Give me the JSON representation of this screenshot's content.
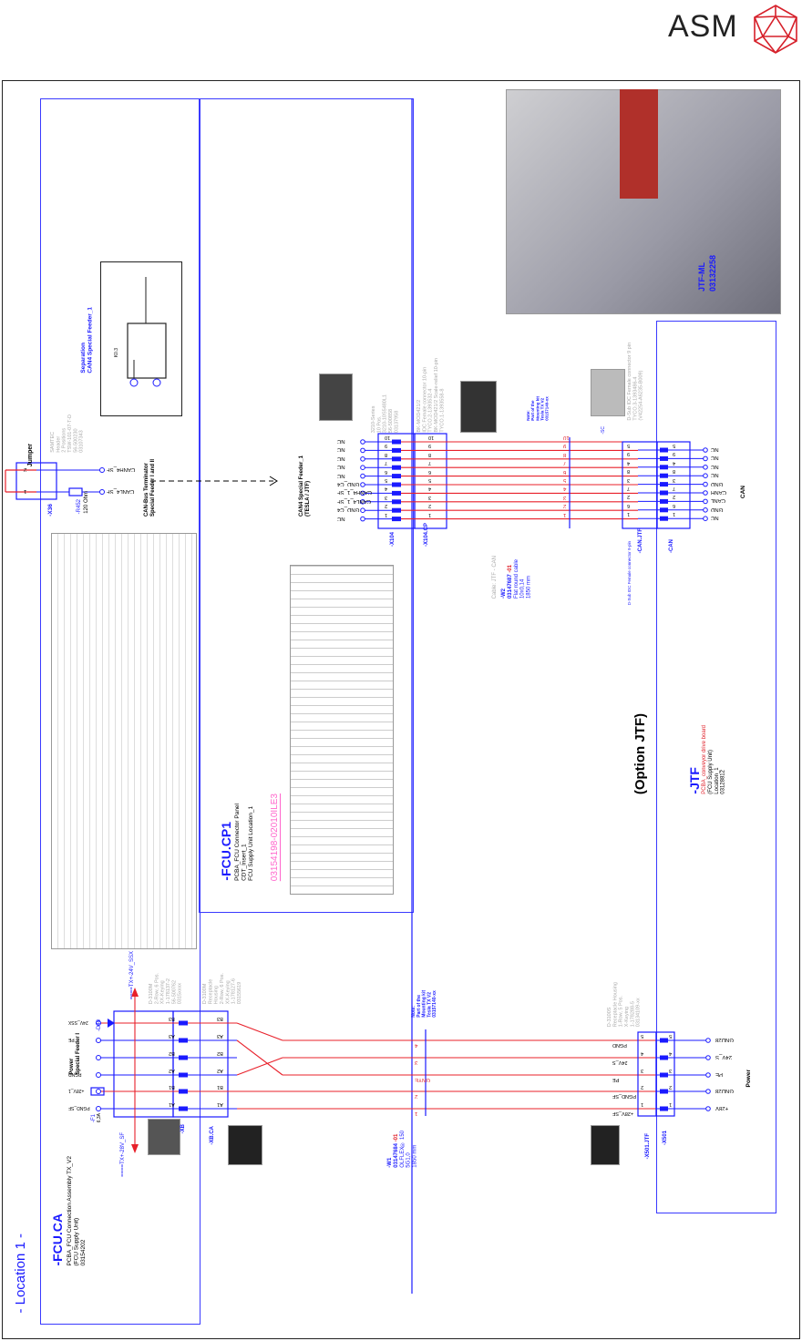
{
  "header": {
    "logo_text": "ASM",
    "logo_icon": "icosahedron-logo-icon",
    "brand_color": "#d6202a"
  },
  "colors": {
    "wire": "#e8202a",
    "schematic_blue": "#1a1aff",
    "frame": "#222222"
  },
  "location": "- Location 1 -",
  "fcu_ca": {
    "ref": "-FCU.CA",
    "lines": [
      "PCBA_FCU Connection Assembly TX_V2",
      "(FCU Supply Unit)",
      "03154202"
    ]
  },
  "fcu_cp1": {
    "ref": "-FCU.CP1",
    "lines": [
      "PCBA_FCU Connector Panel",
      "CDT_Insert_1",
      "FCU Supply Unit Location_1"
    ],
    "part_number": "03154198-02010ILE3"
  },
  "jtf": {
    "option": "(Option JTF)",
    "ref": "-JTF",
    "lines": [
      "PCBA_conveyor drive board",
      "(FCU Supply Unit)",
      "Location_1",
      "03128812"
    ]
  },
  "jtf_ml": {
    "ref": "JTF-ML",
    "part_number": "03132258"
  },
  "separation": {
    "title": [
      "Separation",
      "CAN4 Special Feeder_1"
    ],
    "relay": "K0.3"
  },
  "jumper": {
    "title": "Jumper",
    "ref": "-X36",
    "spec": [
      "SAMTEC",
      "Header",
      "2 Positions",
      "TSW-101-07-T-D",
      "56-500230",
      "03107343"
    ],
    "pins": [
      "1",
      "2"
    ],
    "resistor_ref": "-R452",
    "resistor_value": "120 Ohm",
    "signals": [
      "CANL4_SF",
      "CANH4_SF"
    ]
  },
  "terminator": [
    "CAN-Bus Terminator",
    "Special Feeder I and II"
  ],
  "can_target": [
    "CAN4 Special Feeder_1",
    "(TESLA / JTF)"
  ],
  "x104": {
    "ref": "-X104",
    "ref_cp": "-X104.CP",
    "spec": [
      "3210-Series",
      "10 Pos.",
      "3210-10S5480L1",
      "56-500858",
      "03137958"
    ],
    "spec_cp": [
      "BK-MOD421/2",
      "IDC Female connector 10-pin",
      "TYCO.2-1393532-4",
      "BK-MOD421/2 Scale-relief 10-pin",
      "TYCO.1-1393558-8"
    ],
    "pins": [
      "10",
      "9",
      "8",
      "7",
      "6",
      "5",
      "4",
      "3",
      "2",
      "1"
    ],
    "signals": [
      "NC",
      "NC",
      "NC",
      "NC",
      "NC",
      "GND_C4",
      "CANH4_1_SF",
      "CANL4_1_SF",
      "GND_C4",
      "NC"
    ]
  },
  "w2": {
    "title": "Cable: JTF - CAN",
    "ref": "-W2",
    "part": "03147687",
    "variant": "-01",
    "lines": [
      "Flat round cable",
      "10x0,14",
      "1850 mm"
    ],
    "wire_numbers": [
      "10",
      "9",
      "8",
      "7",
      "6",
      "5",
      "4",
      "3",
      "2",
      "1"
    ],
    "note": [
      "Note:",
      "Part of the",
      "Mounting kit",
      "Tesla TX V2",
      "03157140-xx"
    ]
  },
  "can": {
    "ref": "-CAN",
    "ref_jtf": "-CAN.JTF",
    "group_label": "CAN",
    "connector_desc": "D-Sub IDC Female connector 9-pin",
    "spec": [
      "D-Sub IDC Female connector 9 pin",
      "TYCO.3-1393486-4",
      "(V42254-A6235-B009)"
    ],
    "pins": [
      "5",
      "9",
      "4",
      "8",
      "3",
      "7",
      "2",
      "6",
      "1"
    ],
    "signals": [
      "NC",
      "NC",
      "NC",
      "NC",
      "GND",
      "CANH",
      "CANL",
      "GND",
      "NC"
    ],
    "shield_label": "-SC"
  },
  "power": {
    "title": [
      "Power",
      "Special Feeder I"
    ],
    "diode": "-D40",
    "fuse": "-F1",
    "fuse_value": "6,3A",
    "net_top": "====TX+-24V_SSX",
    "net_bottom": "====TX+-28V_SF",
    "left_signals": [
      "24V_SSX",
      "PE",
      "",
      "PGND",
      "+28V_1",
      "PGND_SF"
    ],
    "xb": {
      "ref": "-XB",
      "ref_ca": "-XB.CA",
      "pins": [
        "B3",
        "A3",
        "B2",
        "A2",
        "B1",
        "A1"
      ],
      "spec": [
        "D-3100M",
        "2-Row, 6 Pos.",
        "XX-Keying",
        "1-178137-2",
        "56-500762",
        "0315xxxx"
      ],
      "spec_ca": [
        "D-3100M",
        "Receptacle",
        "Housing",
        "2-Row, 6 Pos.",
        "XX-Keying",
        "1-178127-6",
        "03155619"
      ]
    }
  },
  "w1": {
    "ref": "-W1",
    "part": "03147684",
    "variant": "-01",
    "lines": [
      "OLFLEX® 150",
      "5G1,0",
      "1850 mm"
    ],
    "wire_labels": [
      "4",
      "3",
      "GNYE",
      "2",
      "1"
    ],
    "note": [
      "Note:",
      "Part of the",
      "Mounting kit",
      "Tesla TX V2",
      "03157140-xx"
    ]
  },
  "x501": {
    "ref": "-X501",
    "ref_jtf": "-X501.JTF",
    "group_label": "Power",
    "spec": [
      "D-3100S",
      "Receptacle Housing",
      "1-Row, 5 Pos.",
      "X-Keying",
      "1-178288-5",
      "03134109-xx"
    ],
    "pins": [
      "5",
      "4",
      "3",
      "2",
      "1"
    ],
    "inner_signals": [
      "PGND",
      "24V_S",
      "PE",
      "PGND_SF",
      "+28V_SF"
    ],
    "outer_signals": [
      "GND28",
      "24V_S",
      "PE",
      "GND28",
      "+28V"
    ]
  }
}
